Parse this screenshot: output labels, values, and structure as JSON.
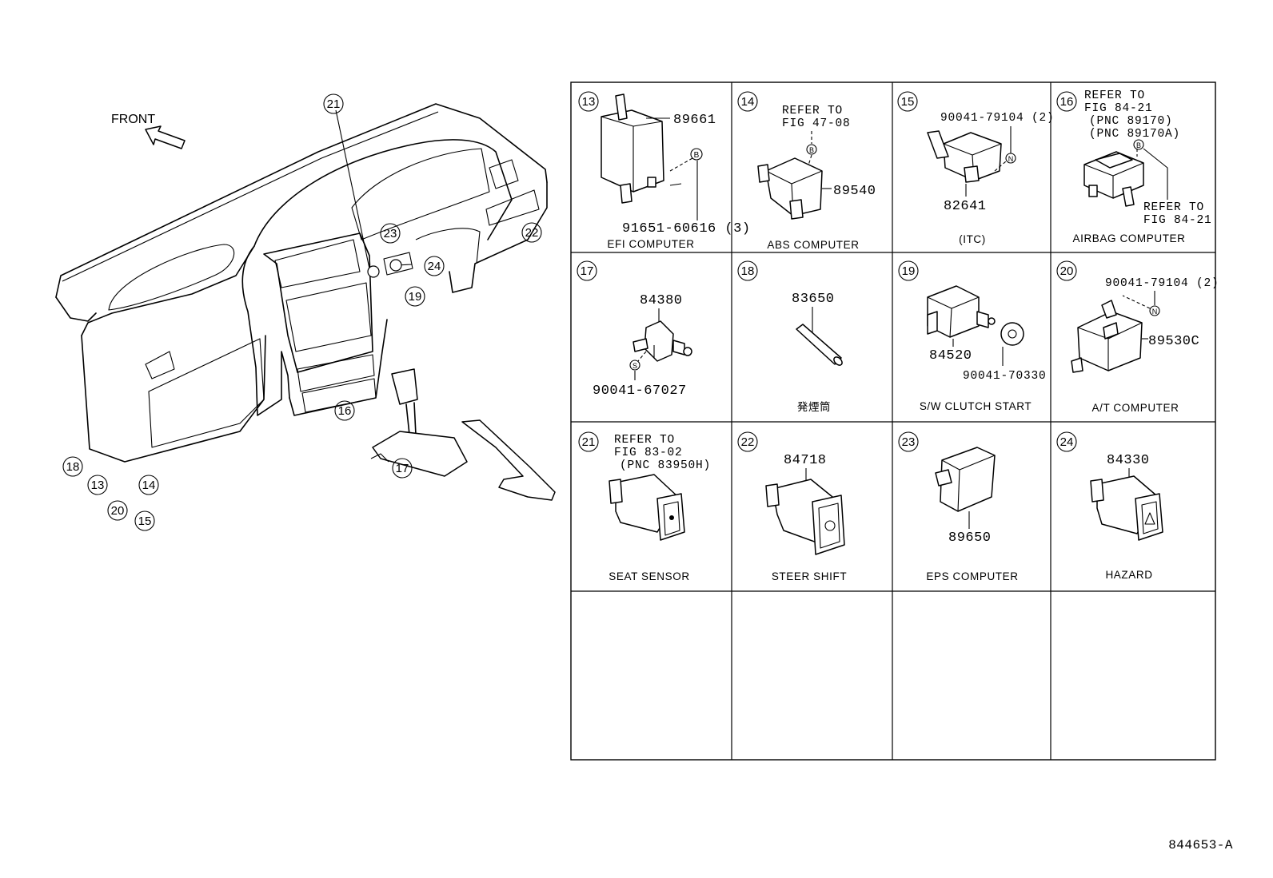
{
  "front_label": "FRONT",
  "figure_code": "844653-A",
  "dashboard_callouts": [
    "21",
    "23",
    "22",
    "24",
    "19",
    "16",
    "17",
    "18",
    "13",
    "14",
    "20",
    "15"
  ],
  "cells": [
    {
      "num": "13",
      "caption": "EFI COMPUTER",
      "parts": [
        "89661",
        "91651-60616 (3)"
      ],
      "marker": "B"
    },
    {
      "num": "14",
      "caption": "ABS COMPUTER",
      "refer": [
        "REFER TO",
        "FIG 47-08"
      ],
      "parts": [
        "89540"
      ],
      "marker": "B"
    },
    {
      "num": "15",
      "caption": "(ITC)",
      "parts": [
        "90041-79104 (2)",
        "82641"
      ],
      "marker": "N"
    },
    {
      "num": "16",
      "caption": "AIRBAG COMPUTER",
      "refer": [
        "REFER TO",
        "FIG 84-21",
        "(PNC 89170)",
        "(PNC 89170A)"
      ],
      "refer2": [
        "REFER TO",
        "FIG 84-21"
      ],
      "marker": "B"
    },
    {
      "num": "17",
      "caption": "",
      "parts": [
        "84380",
        "90041-67027"
      ],
      "marker": "S"
    },
    {
      "num": "18",
      "caption": "発煙筒",
      "parts": [
        "83650"
      ]
    },
    {
      "num": "19",
      "caption": "S/W CLUTCH START",
      "parts": [
        "84520",
        "90041-70330"
      ]
    },
    {
      "num": "20",
      "caption": "A/T COMPUTER",
      "parts": [
        "90041-79104 (2)",
        "89530C"
      ],
      "marker": "N"
    },
    {
      "num": "21",
      "caption": "SEAT SENSOR",
      "refer": [
        "REFER TO",
        "FIG 83-02",
        "(PNC 83950H)"
      ]
    },
    {
      "num": "22",
      "caption": "STEER SHIFT",
      "parts": [
        "84718"
      ]
    },
    {
      "num": "23",
      "caption": "EPS COMPUTER",
      "parts": [
        "89650"
      ]
    },
    {
      "num": "24",
      "caption": "HAZARD",
      "parts": [
        "84330"
      ]
    }
  ]
}
